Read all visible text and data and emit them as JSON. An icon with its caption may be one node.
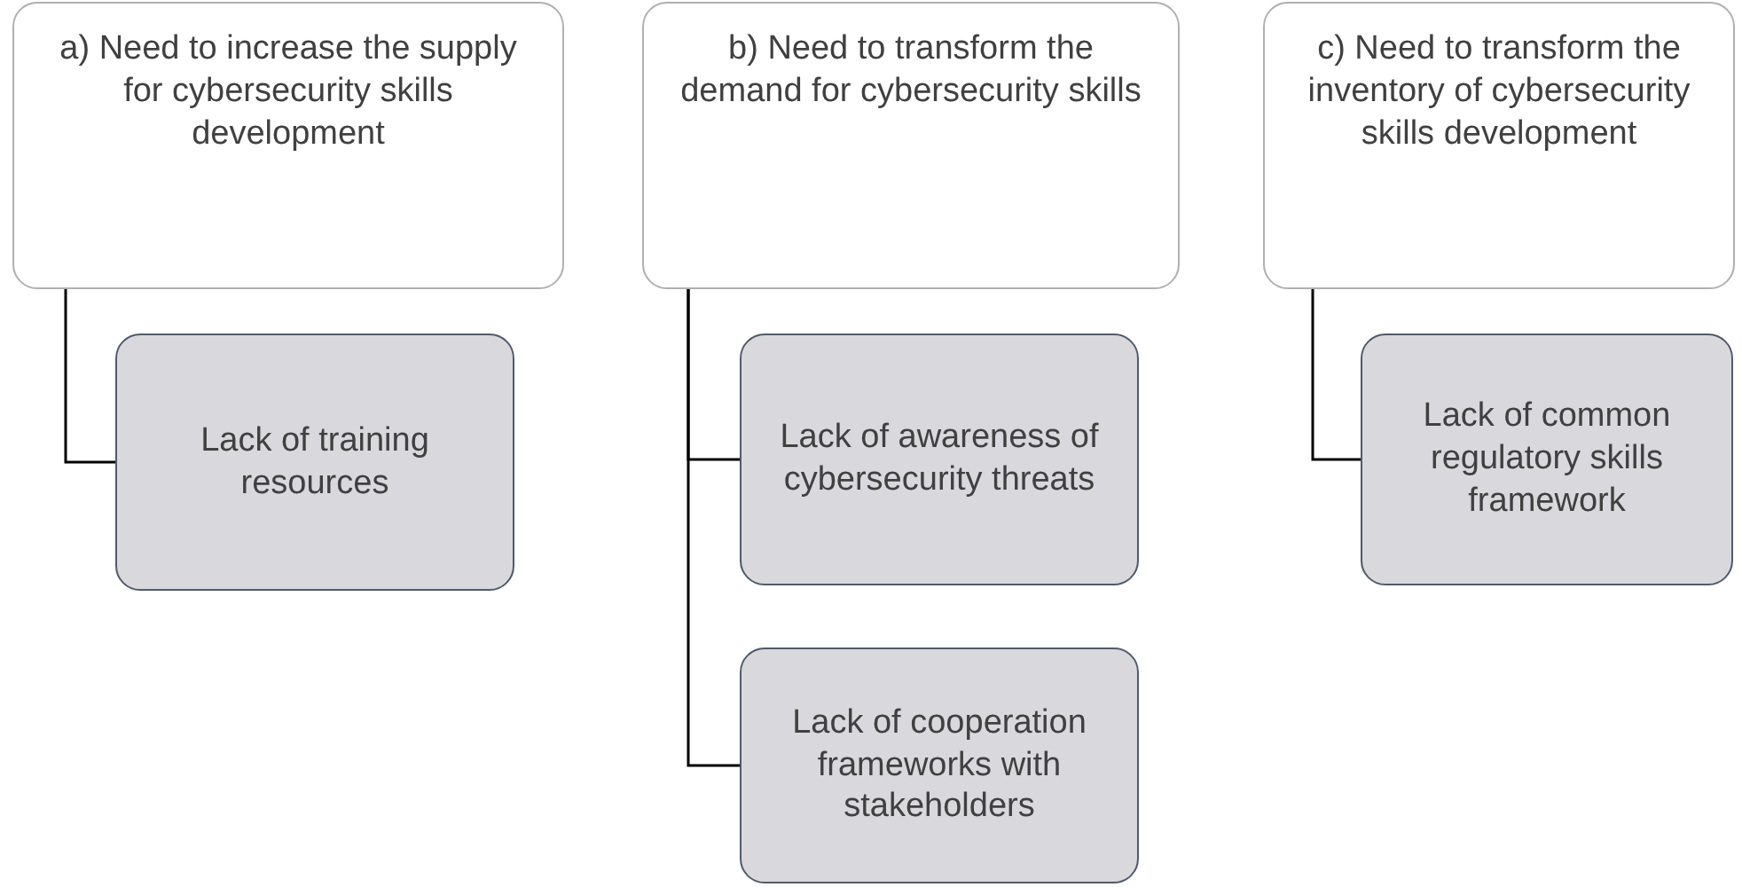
{
  "diagram": {
    "nodes": [
      {
        "text": [
          "a) Need to increase the supply for cybersecurity skills development"
        ]
      },
      {
        "text": [
          "Lack of training resources"
        ]
      },
      {
        "text": [
          "b) Need to transform the demand for cybersecurity skills"
        ]
      },
      {
        "text": [
          "Lack of awareness of cybersecurity threats"
        ]
      },
      {
        "text": [
          "Lack of cooperation frameworks with stakeholders"
        ]
      },
      {
        "text": [
          "c) Need to transform the inventory of cybersecurity skills development"
        ]
      },
      {
        "text": [
          "Lack of common regulatory skills framework"
        ]
      }
    ],
    "edges": [
      {
        "from": 0,
        "to": 1,
        "arrow": "none"
      },
      {
        "from": 2,
        "to": 3,
        "arrow": "none"
      },
      {
        "from": 2,
        "to": 4,
        "arrow": "none"
      },
      {
        "from": 5,
        "to": 6,
        "arrow": "none"
      }
    ]
  }
}
